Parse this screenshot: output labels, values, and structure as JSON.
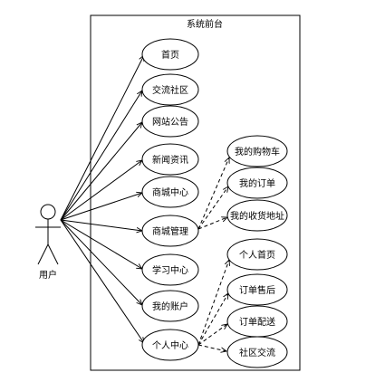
{
  "system_title": "系统前台",
  "actor": {
    "name": "用户"
  },
  "main_use_cases": [
    {
      "id": "home",
      "label": "首页"
    },
    {
      "id": "community",
      "label": "交流社区"
    },
    {
      "id": "notice",
      "label": "网站公告"
    },
    {
      "id": "news",
      "label": "新闻资讯"
    },
    {
      "id": "mall_center",
      "label": "商城中心"
    },
    {
      "id": "mall_manage",
      "label": "商城管理"
    },
    {
      "id": "learning",
      "label": "学习中心"
    },
    {
      "id": "account",
      "label": "我的账户"
    },
    {
      "id": "personal",
      "label": "个人中心"
    }
  ],
  "sub_use_cases": [
    {
      "id": "cart",
      "label": "我的购物车",
      "parent": "mall_manage"
    },
    {
      "id": "orders",
      "label": "我的订单",
      "parent": "mall_manage"
    },
    {
      "id": "address",
      "label": "我的收货地址",
      "parent": "mall_manage"
    },
    {
      "id": "homepage",
      "label": "个人首页",
      "parent": "personal"
    },
    {
      "id": "after_sales",
      "label": "订单售后",
      "parent": "personal"
    },
    {
      "id": "delivery",
      "label": "订单配送",
      "parent": "personal"
    },
    {
      "id": "social",
      "label": "社区交流",
      "parent": "personal"
    }
  ]
}
